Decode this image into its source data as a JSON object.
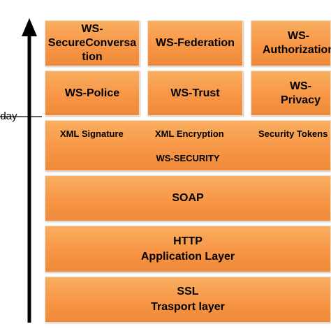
{
  "timeline": {
    "marker_label": "oday"
  },
  "top_row": [
    {
      "lines": [
        "WS-",
        "SecureConversa",
        "tion"
      ]
    },
    {
      "lines": [
        "WS-Federation"
      ]
    },
    {
      "lines": [
        "WS-",
        "Authorization"
      ]
    }
  ],
  "second_row": [
    {
      "label": "WS-Police"
    },
    {
      "label": "WS-Trust"
    },
    {
      "label": "WS-Privacy"
    }
  ],
  "security_layer": {
    "components": [
      "XML Signature",
      "XML Encryption",
      "Security Tokens"
    ],
    "label": "WS-SECURITY"
  },
  "soap_layer": {
    "label": "SOAP"
  },
  "http_layer": {
    "lines": [
      "HTTP",
      "Application Layer"
    ]
  },
  "ssl_layer": {
    "lines": [
      "SSL",
      "Trasport layer"
    ]
  },
  "colors": {
    "block_fill": "#f79646",
    "text": "#000000",
    "arrow": "#000000"
  }
}
